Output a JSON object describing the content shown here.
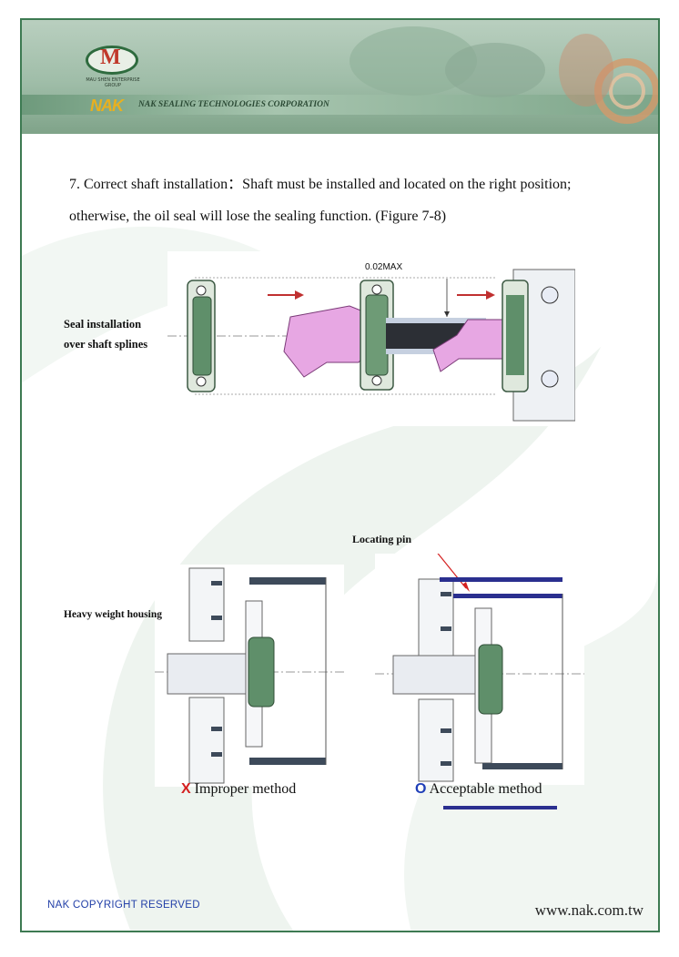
{
  "header": {
    "logo_sub": "MAU SHEN\nENTERPRISE GROUP",
    "nak_logo": "NAK",
    "company": "NAK SEALING TECHNOLOGIES CORPORATION"
  },
  "body": {
    "line1": "7. Correct shaft installation：Shaft must be installed and located on the right position;",
    "line2": "otherwise, the oil seal will lose the sealing function. (Figure 7-8)"
  },
  "figure_top": {
    "label_line1": "Seal installation",
    "label_line2": "over shaft splines",
    "dimension": "0.02MAX"
  },
  "figure_bottom": {
    "housing_label": "Heavy weight housing",
    "pin_label": "Locating pin",
    "improper_mark": "X",
    "improper_text": "Improper method",
    "acceptable_mark": "O",
    "acceptable_text": "Acceptable method"
  },
  "footer": {
    "copyright": "NAK COPYRIGHT RESERVED",
    "website": "www.nak.com.tw"
  },
  "colors": {
    "frame": "#3d7a52",
    "shaft": "#e7a7e3",
    "seal": "#5f8f6a",
    "pin": "#2a2f8f",
    "arrow": "#c03030"
  }
}
